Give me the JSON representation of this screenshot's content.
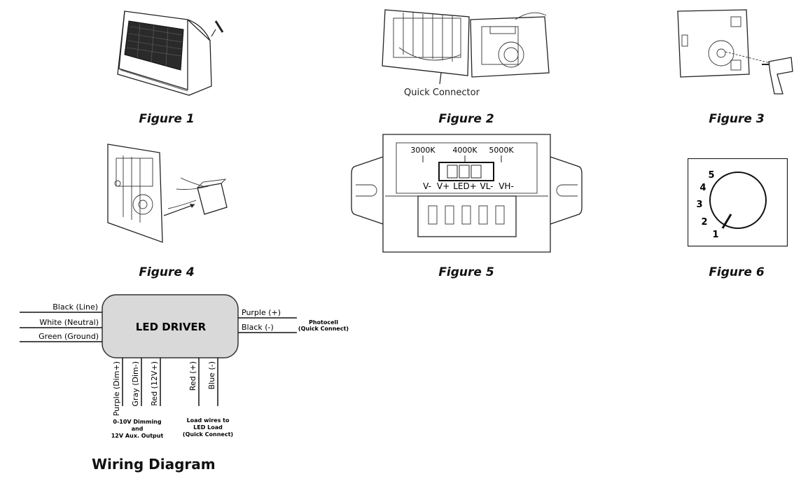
{
  "captions": {
    "fig1": "Figure 1",
    "fig2": "Figure 2",
    "fig3": "Figure 3",
    "fig4": "Figure 4",
    "fig5": "Figure 5",
    "fig6": "Figure 6",
    "wiring": "Wiring Diagram"
  },
  "figure2": {
    "callout": "Quick Connector"
  },
  "figure5": {
    "cct_labels": [
      "3000K",
      "4000K",
      "5000K"
    ],
    "terminal_labels": [
      "V-",
      "V+",
      "LED+",
      "VL-",
      "VH-"
    ]
  },
  "figure6": {
    "dial_numbers": [
      "5",
      "4",
      "3",
      "2",
      "1"
    ]
  },
  "wiring": {
    "driver_label": "LED DRIVER",
    "left_wires": [
      "Black (Line)",
      "White (Neutral)",
      "Green (Ground)"
    ],
    "right_wires": [
      "Purple (+)",
      "Black (-)"
    ],
    "photocell_label": [
      "Photocell",
      "(Quick Connect)"
    ],
    "dim_wires": [
      "Purple (Dim+)",
      "Gray (Dim-)",
      "Red (12V+)"
    ],
    "load_wires": [
      "Red (+)",
      "Blue (-)"
    ],
    "dim_note": [
      "0-10V Dimming",
      "and",
      "12V Aux. Output"
    ],
    "load_note": [
      "Load wires to",
      "LED Load",
      "(Quick Connect)"
    ]
  }
}
